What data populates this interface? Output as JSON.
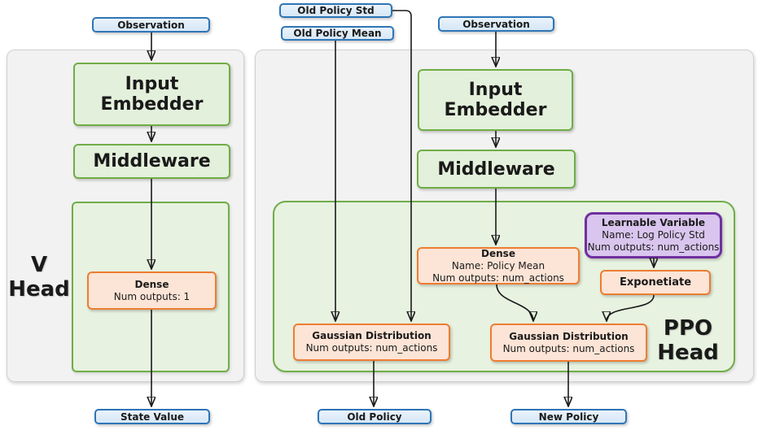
{
  "v_head": {
    "input_label": "Observation",
    "input_embedder": "Input Embedder",
    "middleware": "Middleware",
    "dense": {
      "title": "Dense",
      "outputs": "Num outputs: 1"
    },
    "label": {
      "line1": "V",
      "line2": "Head"
    },
    "output_label": "State Value"
  },
  "ppo_head": {
    "old_policy_std_label": "Old Policy Std",
    "old_policy_mean_label": "Old Policy Mean",
    "input_label": "Observation",
    "input_embedder": "Input Embedder",
    "middleware": "Middleware",
    "policy_mean_dense": {
      "title": "Dense",
      "name": "Name: Policy Mean",
      "outputs": "Num outputs: num_actions"
    },
    "learnable_variable": {
      "title": "Learnable Variable",
      "name": "Name: Log Policy Std",
      "outputs": "Num outputs: num_actions"
    },
    "exponetiate_label": "Exponetiate",
    "old_gaussian": {
      "title": "Gaussian Distribution",
      "outputs": "Num outputs: num_actions"
    },
    "new_gaussian": {
      "title": "Gaussian Distribution",
      "outputs": "Num outputs: num_actions"
    },
    "label": {
      "line1": "PPO",
      "line2": "Head"
    },
    "old_policy_output": "Old Policy",
    "new_policy_output": "New Policy"
  },
  "colors": {
    "io_border": "#2E75B6",
    "io_fill": "#DCEAF8",
    "network_border": "#70AD47",
    "network_fill": "#E3F0DB",
    "operation_border": "#ED7D31",
    "operation_fill": "#FCE4D6",
    "variable_border": "#7030A0",
    "variable_fill": "#D9C5EE",
    "panel_fill": "#F2F2F2",
    "panel_border": "#D0D0D0",
    "arrow": "#1A1A1A"
  }
}
